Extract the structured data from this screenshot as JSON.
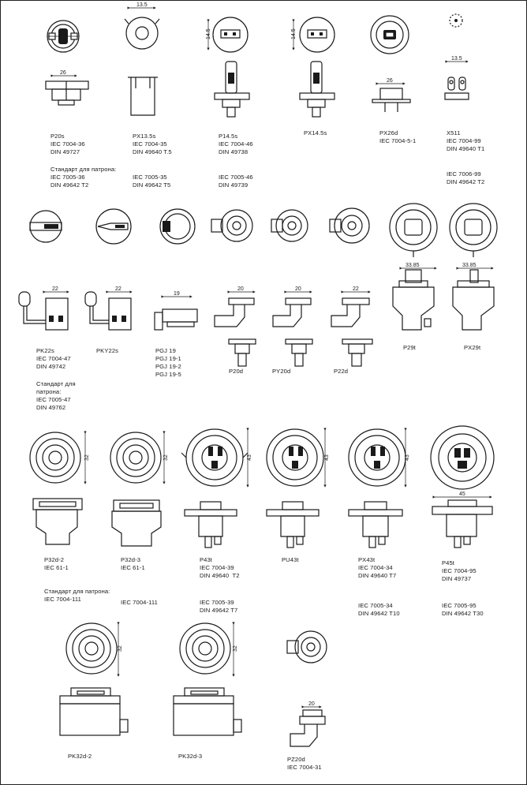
{
  "texts": {
    "p20s_name": "P20s",
    "p20s_iec": "IEC 7004-36",
    "p20s_din": "DIN 49727",
    "socket_heading_1": "Стандарт для патрона:",
    "p20s_socket_iec": "IEC 7005-36",
    "p20s_socket_din": "DIN 49642 T2",
    "px135_name": "PX13.5s",
    "px135_iec": "IEC 7004-35",
    "px135_din": "DIN 49640 T.5",
    "px135_socket_iec": "IEC 7005-35",
    "px135_socket_din": "DIN 49642 T5",
    "p145_name": "P14.5s",
    "p145_iec": "IEC 7004-46",
    "p145_din": "DIN 49738",
    "p145_socket_iec": "IEC 7005-46",
    "p145_socket_din": "DIN 49739",
    "px145_name": "PX14.5s",
    "px26_name": "PX26d",
    "px26_iec": "IEC 7004-5-1",
    "x511_name": "X511",
    "x511_iec": "IEC 7004-99",
    "x511_din": "DIN 49640 T1",
    "x511_socket_iec": "IEC 7006-99",
    "x511_socket_din": "DIN 49642 T2",
    "pk22_name": "PK22s",
    "pk22_iec": "IEC 7004-47",
    "pk22_din": "DIN 49742",
    "socket_heading_2a": "Стандарт для",
    "socket_heading_2b": "патрона:",
    "pk22_socket_iec": "IEC 7005-47",
    "pk22_socket_din": "DIN 49762",
    "pky22_name": "PKY22s",
    "pgj19_1": "PGJ 19",
    "pgj19_2": "PGJ 19-1",
    "pgj19_3": "PGJ 19-2",
    "pgj19_4": "PGJ 19-5",
    "p20d_name": "P20d",
    "py20d_name": "PY20d",
    "p22d_name": "P22d",
    "p29t_name": "P29t",
    "px29t_name": "PX29t",
    "p32d2_name": "P32d-2",
    "p32d2_iec": "IEC 61-1",
    "socket_heading_3": "Стандарт для патрона:",
    "p32d2_socket_iec": "IEC 7004-111",
    "p32d3_name": "P32d-3",
    "p32d3_iec": "IEC 61-1",
    "p32d3_socket_iec": "IEC 7004-111",
    "p43t_name": "P43t",
    "p43t_iec": "IEC 7004-39",
    "p43t_din": "DIN 49640  T2",
    "p43t_socket_iec": "IEC 7005-39",
    "p43t_socket_din": "DIN 49642 T7",
    "pu43t_name": "PU43t",
    "px43t_name": "PX43t",
    "px43t_iec": "IEC 7004-34",
    "px43t_din": "DIN 49640 T7",
    "px43t_socket_iec": "IEC 7005-34",
    "px43t_socket_din": "DIN 49642 T10",
    "p45t_name": "P45t",
    "p45t_iec": "IEC 7004-95",
    "p45t_din": "DIN 49737",
    "p45t_socket_iec": "IEC 7005-95",
    "p45t_socket_din": "DIN 49642 T30",
    "pk32d2_name": "PK32d-2",
    "pk32d3_name": "PK32d-3",
    "pz20d_name": "PZ20d",
    "pz20d_iec": "IEC 7004-31"
  },
  "dims": {
    "d_135a": "13.5",
    "d_26a": "26",
    "d_145a": "14.5",
    "d_145b": "14.5",
    "d_26b": "26",
    "d_135b": "13.5",
    "d_22a": "22",
    "d_22b": "22",
    "d_19": "19",
    "d_20a": "20",
    "d_20b": "20",
    "d_22c": "22",
    "d_3385a": "33.85",
    "d_3385b": "33.85",
    "d_32a": "32",
    "d_32b": "32",
    "d_43a": "43",
    "d_43b": "43",
    "d_43c": "43",
    "d_45": "45",
    "d_32c": "32",
    "d_32d": "32",
    "d_20c": "20"
  }
}
